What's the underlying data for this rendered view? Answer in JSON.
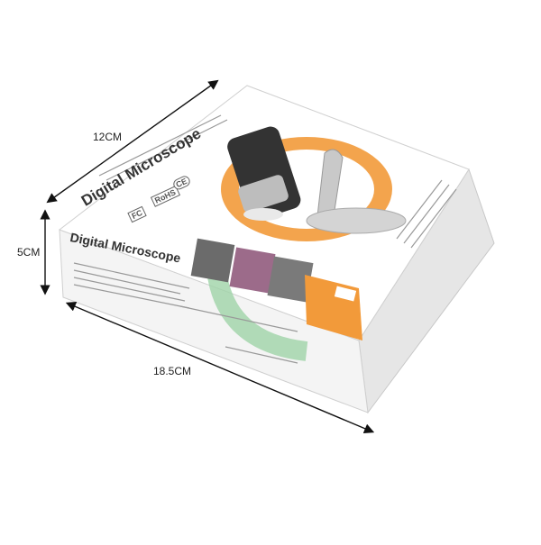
{
  "dimensions": {
    "width_label": "12CM",
    "height_label": "5CM",
    "depth_label": "18.5CM"
  },
  "package": {
    "top_title": "Digital Microscope",
    "front_title": "Digital Microscope",
    "certifications": [
      "FC",
      "RoHS",
      "CE"
    ]
  },
  "colors": {
    "accent_orange": "#f29a3a",
    "accent_green": "#9fd3a8",
    "box_white": "#ffffff",
    "box_shadow": "#d9d9d9"
  }
}
